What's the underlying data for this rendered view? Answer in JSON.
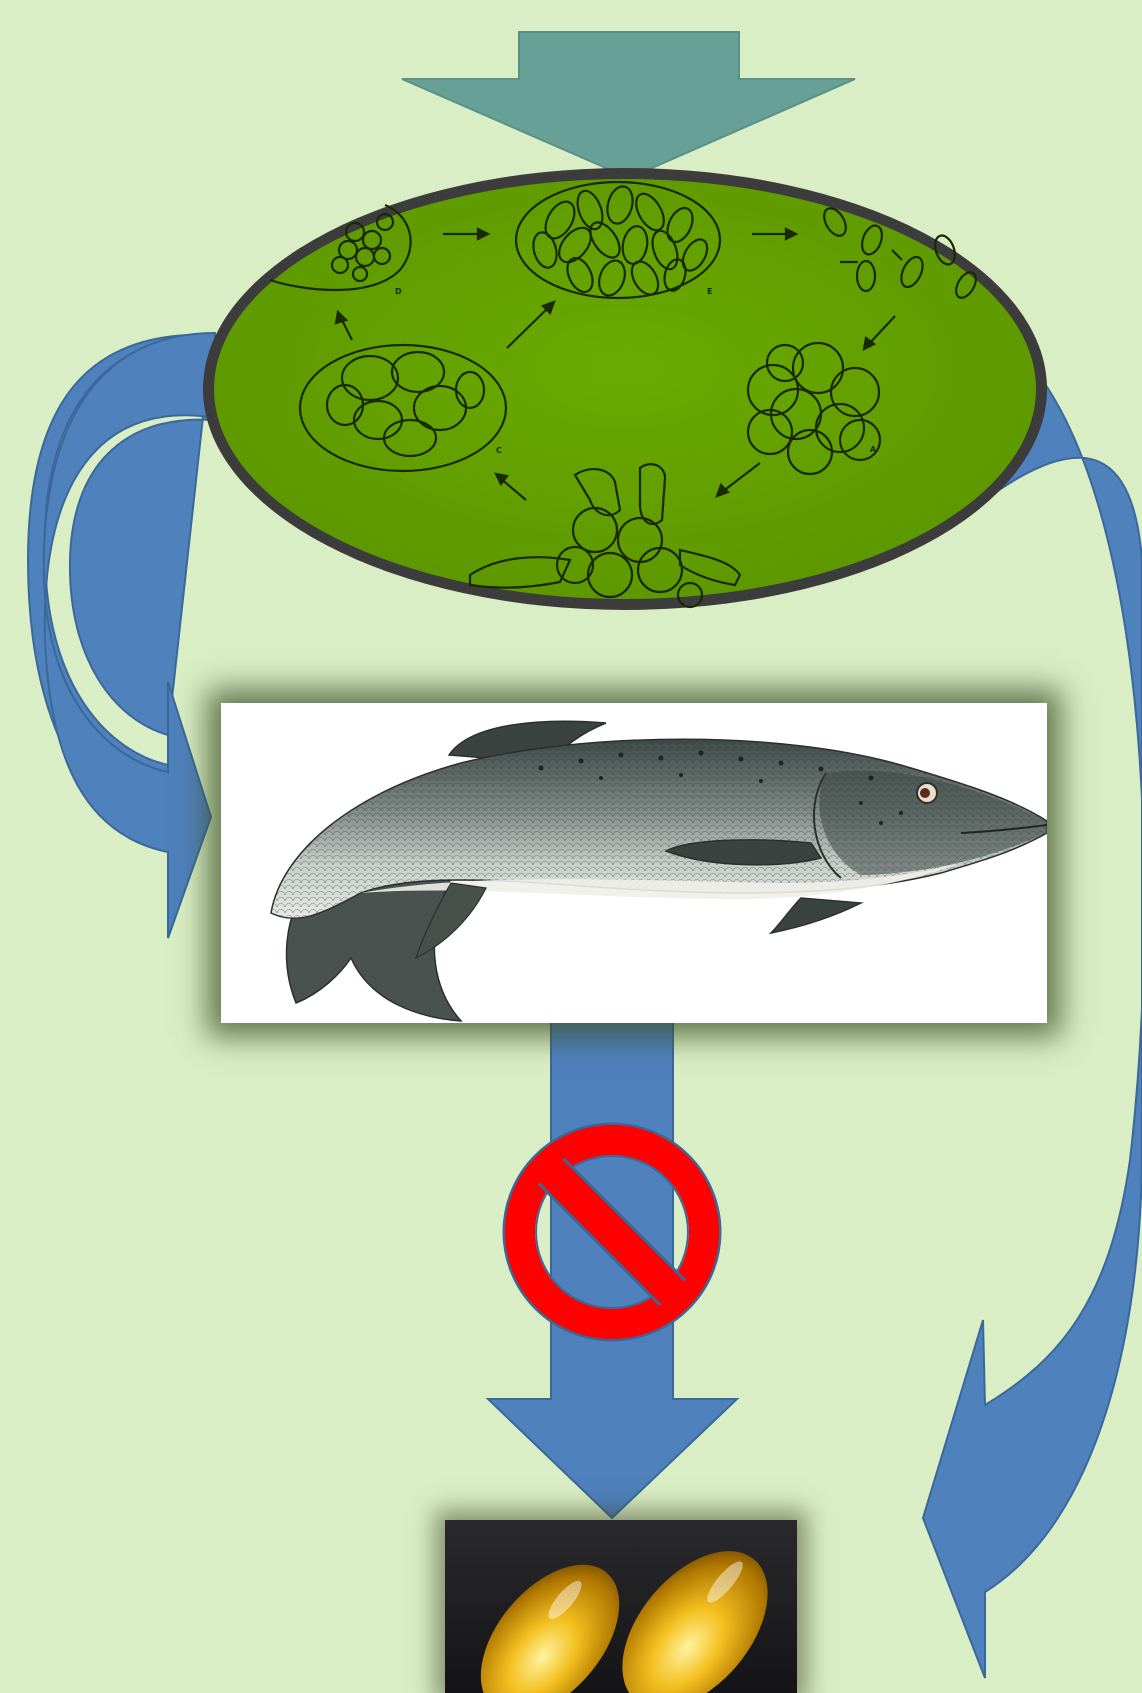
{
  "colors": {
    "background": "#d9eec4",
    "input_arrow": "#67a096",
    "flow_arrow": "#4f81bd",
    "flow_arrow_edge": "#3a6899",
    "algae_disc": "#62a000",
    "disc_rim": "#3c3c3c",
    "prohibition": "#ff0000"
  },
  "icons": {
    "input": "down-arrow-icon",
    "blocked": "prohibition-icon",
    "fish": "salmon-illustration",
    "product": "oil-capsules-photo"
  },
  "algae_cycle": {
    "stage_labels": [
      "D",
      "E",
      "A",
      "C"
    ]
  }
}
